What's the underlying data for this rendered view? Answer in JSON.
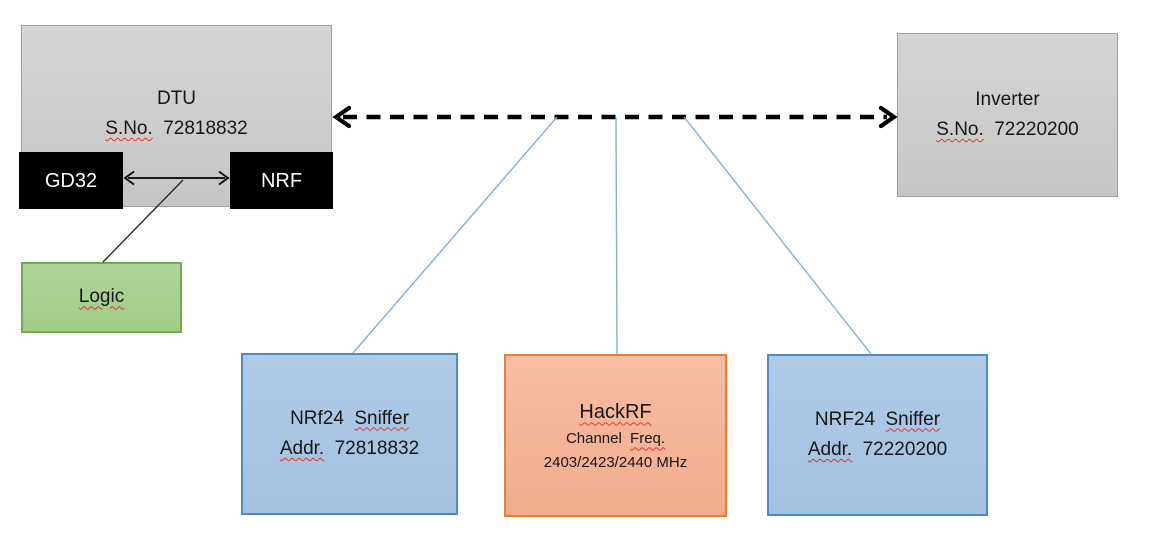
{
  "colors": {
    "background": "#ffffff",
    "box_gray_fill": "#cdcdcd",
    "box_gray_border": "#9d9d9d",
    "box_black_fill": "#000000",
    "box_black_text": "#ffffff",
    "box_green_fill": "#a9d18e",
    "box_green_border": "#70ad47",
    "box_blue_fill": "#a9c7e4",
    "box_blue_border": "#5089c9",
    "box_orange_fill": "#f5b59a",
    "box_orange_border": "#ed7d31",
    "connector_black": "#000000",
    "connector_blue": "#85aed6",
    "spellcheck_squiggle_red": "#e0392b",
    "text": "#161616"
  },
  "nodes": {
    "dtu": {
      "title": "DTU",
      "serial_label": "S.No.",
      "serial_value": "72818832"
    },
    "gd32": {
      "label": "GD32"
    },
    "nrf": {
      "label": "NRF"
    },
    "logic": {
      "label": "Logic"
    },
    "inverter": {
      "title": "Inverter",
      "serial_label": "S.No.",
      "serial_value": "72220200"
    },
    "sniffer_left": {
      "title_prefix": "NRf24",
      "title_word": "Sniffer",
      "addr_label": "Addr.",
      "addr_value": "72818832"
    },
    "hackrf": {
      "title": "HackRF",
      "freq_label_prefix": "Channel",
      "freq_label_word": "Freq.",
      "freq_values": "2403/2423/2440 MHz"
    },
    "sniffer_right": {
      "title_prefix": "NRF24",
      "title_word": "Sniffer",
      "addr_label": "Addr.",
      "addr_value": "72220200"
    }
  },
  "connectors": {
    "dtu_inverter": "dashed double-headed arrow between DTU and Inverter",
    "gd32_nrf": "double-headed arrow between GD32 and NRF",
    "arrow_to_logic": "thin line from GD32-NRF arrow to Logic",
    "tap_sniffer_left": "blue line from dashed link to NRf24 Sniffer 72818832",
    "tap_hackrf": "blue line from dashed link to HackRF",
    "tap_sniffer_right": "blue line from dashed link to NRF24 Sniffer 72220200"
  }
}
